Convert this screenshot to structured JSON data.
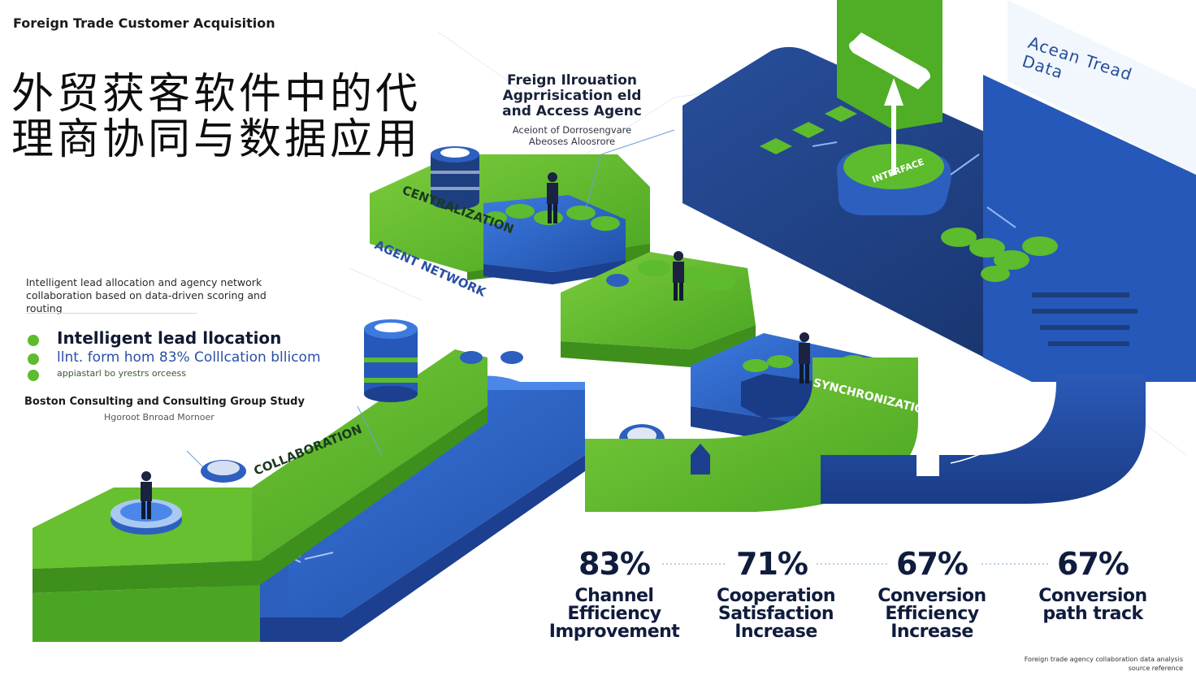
{
  "header": {
    "brand": "Foreign Trade Customer Acquisition",
    "title_cn": "外贸获客软件中的代理商协同与数据应用"
  },
  "left_notes": {
    "paragraph": "Intelligent lead allocation and agency network collaboration based on data-driven scoring and routing",
    "lead_title": "Intelligent lead llocation",
    "lead_line": "llnt. form hom 83% Colllcation bllicom",
    "lead_sub": "appiastarl bo yrestrs orceess",
    "source_title": "Boston Consulting and Consulting Group Study",
    "source_sub": "Hgoroot Bnroad Mornoer"
  },
  "agency_block": {
    "title": "Freign Ilrouation Agprrisication eld and Access Agenc",
    "subtitle": "Aceiont of Dorrosengvare Abeoses Aloosrore"
  },
  "data_panel": {
    "title": "Acean Tread Data"
  },
  "iso_labels": {
    "top_block": "CENTRALIZATION",
    "mid_block": "AGENT NETWORK",
    "lower_path": "COLLABORATION",
    "blue_path": "SYNCHRONIZATION",
    "server_badge": "INTERFACE"
  },
  "stats": [
    {
      "value": "83%",
      "label": "Channel Efficiency Improvement"
    },
    {
      "value": "71%",
      "label": "Cooperation Satisfaction Increase"
    },
    {
      "value": "67%",
      "label": "Conversion Efficiency Increase"
    },
    {
      "value": "67%",
      "label": "Conversion path track"
    }
  ],
  "footnote": "Foreign trade agency collaboration data analysis source reference",
  "colors": {
    "green": "#5dbb2e",
    "green_dark": "#3f8f1c",
    "blue": "#2f66c9",
    "blue_dark": "#1c3f8f",
    "navy": "#18305f",
    "ink": "#0f1c3d"
  }
}
